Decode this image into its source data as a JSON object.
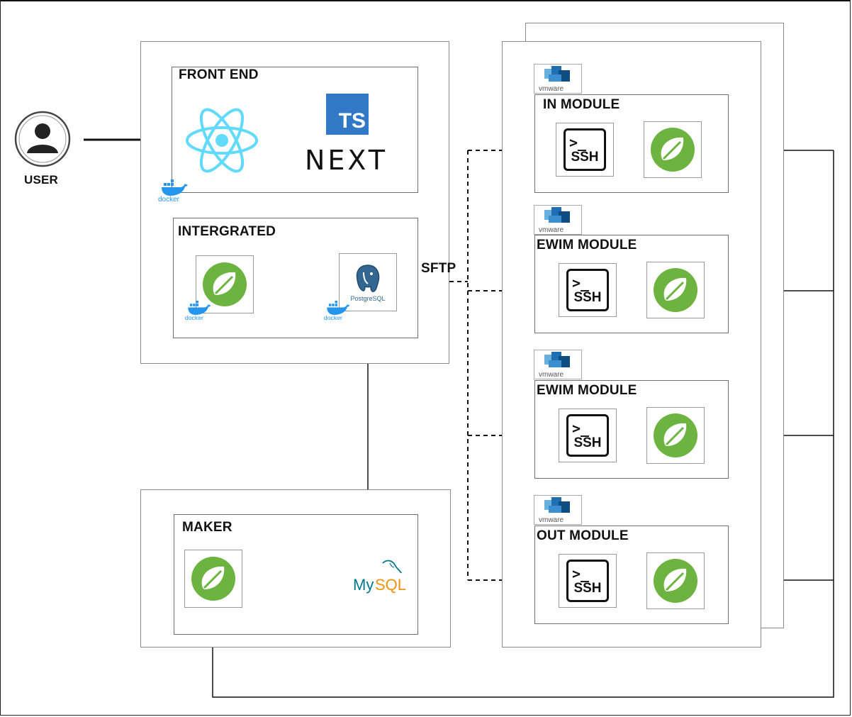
{
  "user": {
    "label": "USER"
  },
  "frontend": {
    "title": "FRONT END",
    "next_label": "NEXT",
    "ts_label": "TS"
  },
  "integrated": {
    "title": "INTERGRATED",
    "postgres_label": "PostgreSQL"
  },
  "maker": {
    "title": "MAKER",
    "mysql_my": "My",
    "mysql_sql": "SQL"
  },
  "sftp_label": "SFTP",
  "modules": [
    {
      "title": "IN MODULE"
    },
    {
      "title": "EWIM MODULE"
    },
    {
      "title": "EWIM MODULE"
    },
    {
      "title": "OUT MODULE"
    }
  ],
  "ssh_label": "SSH",
  "ssh_prompt": ">_",
  "docker_label": "docker",
  "vmware_label": "vmware",
  "colors": {
    "spring": "#6db33f",
    "react": "#61dafb",
    "ts": "#3178c6",
    "docker": "#2496ed",
    "mysql_blue": "#00758f",
    "mysql_orange": "#f29111"
  }
}
